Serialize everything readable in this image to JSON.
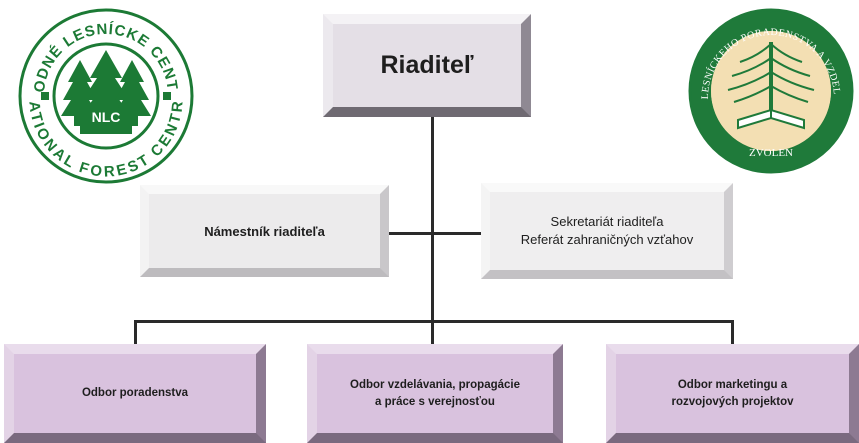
{
  "logos": {
    "left": {
      "ring_text_top": "NÁRODNÉ LESNÍCKE CENTRUM",
      "ring_text_bottom": "NATIONAL FOREST CENTRE",
      "emblem_text": "NLC",
      "color": "#1c7a35"
    },
    "right": {
      "ring_text_top": "ÚSTAV LESNÍCKEHO PORADENSTVA A VZDELÁVANIA",
      "ring_text_bottom": "ZVOLEN",
      "ring_color": "#1f7a3a",
      "inner_color": "#efd7a4"
    }
  },
  "org_chart": {
    "director": "Riaditeľ",
    "deputy": "Námestník riaditeľa",
    "secretariat": {
      "line1": "Sekretariát riaditeľa",
      "line2": "Referát zahraničných vzťahov"
    },
    "departments": [
      {
        "line1": "Odbor poradenstva",
        "line2": ""
      },
      {
        "line1": "Odbor vzdelávania, propagácie",
        "line2": "a práce s verejnosťou"
      },
      {
        "line1": "Odbor marketingu a",
        "line2": "rozvojových projektov"
      }
    ]
  },
  "colors": {
    "director_fill": "#e4dfe6",
    "department_fill": "#d9c2de",
    "side_box_fill": "#ecebec",
    "connector": "#2a2a2a"
  }
}
